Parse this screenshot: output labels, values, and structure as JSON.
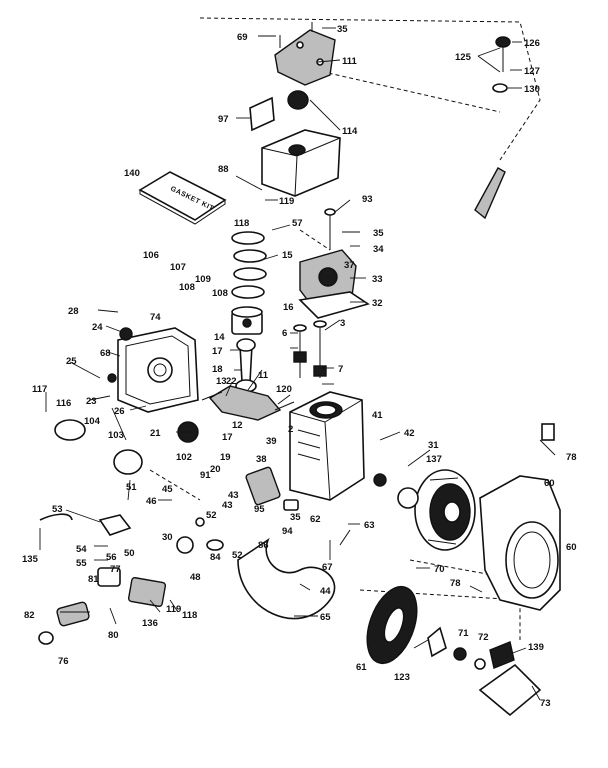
{
  "gasket_kit_label": "GASKET KIT",
  "callouts": [
    "69",
    "35",
    "111",
    "125",
    "126",
    "127",
    "130",
    "97",
    "114",
    "140",
    "88",
    "119",
    "118",
    "57",
    "93",
    "35",
    "34",
    "106",
    "107",
    "108",
    "109",
    "37",
    "33",
    "74",
    "108",
    "16",
    "32",
    "28",
    "24",
    "15",
    "14",
    "6",
    "3",
    "68",
    "17",
    "7",
    "25",
    "23",
    "26",
    "18",
    "13",
    "11",
    "120",
    "117",
    "116",
    "104",
    "103",
    "22",
    "12",
    "41",
    "21",
    "17",
    "19",
    "2",
    "39",
    "42",
    "31",
    "137",
    "78",
    "102",
    "20",
    "43",
    "30",
    "46",
    "91",
    "51",
    "45",
    "38",
    "53",
    "135",
    "54",
    "55",
    "56",
    "81",
    "77",
    "50",
    "52",
    "48",
    "35",
    "52",
    "94",
    "95",
    "86",
    "62",
    "63",
    "60",
    "70",
    "76",
    "82",
    "80",
    "119",
    "118",
    "136",
    "60",
    "44",
    "65",
    "61",
    "123",
    "71",
    "72",
    "139",
    "73",
    "78",
    "43",
    "84",
    "67"
  ]
}
